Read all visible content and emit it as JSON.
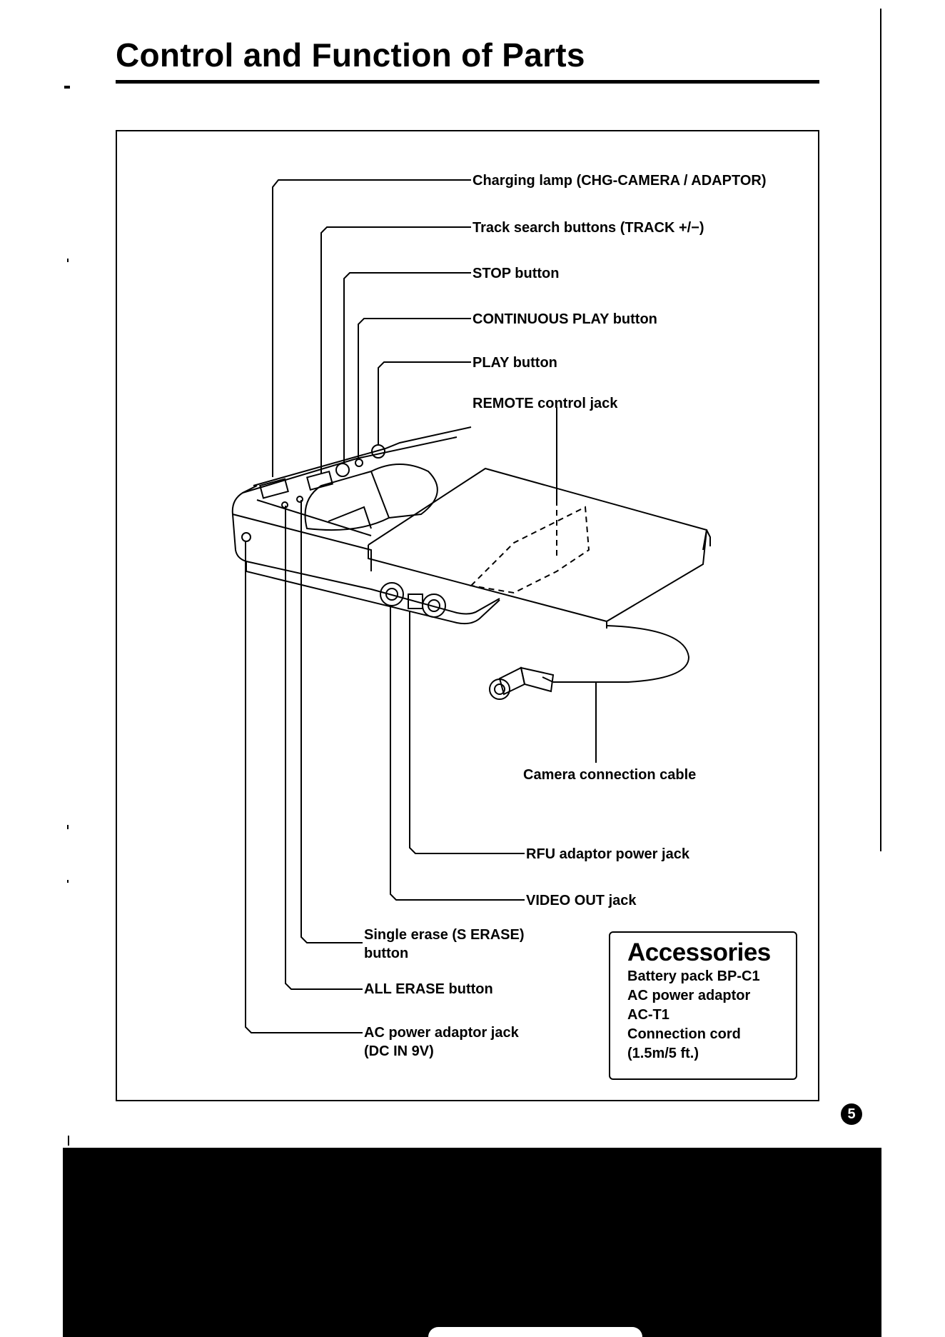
{
  "title": "Control and Function of Parts",
  "labels": {
    "charging_lamp": "Charging lamp (CHG-CAMERA / ADAPTOR)",
    "track_search": "Track search buttons (TRACK +/−)",
    "stop": "STOP button",
    "continuous_play": "CONTINUOUS PLAY button",
    "play": "PLAY button",
    "remote": "REMOTE control jack",
    "camera_cable": "Camera connection cable",
    "rfu_jack": "RFU adaptor power jack",
    "video_out": "VIDEO OUT jack",
    "single_erase_1": "Single erase (S ERASE)",
    "single_erase_2": "button",
    "all_erase": "ALL ERASE button",
    "ac_jack_1": "AC power adaptor jack",
    "ac_jack_2": "(DC IN 9V)"
  },
  "accessories": {
    "heading": "Accessories",
    "items": [
      "Battery pack BP-C1",
      "AC power adaptor",
      "AC-T1",
      "Connection cord",
      "(1.5m/5 ft.)"
    ]
  },
  "page_number": "5"
}
